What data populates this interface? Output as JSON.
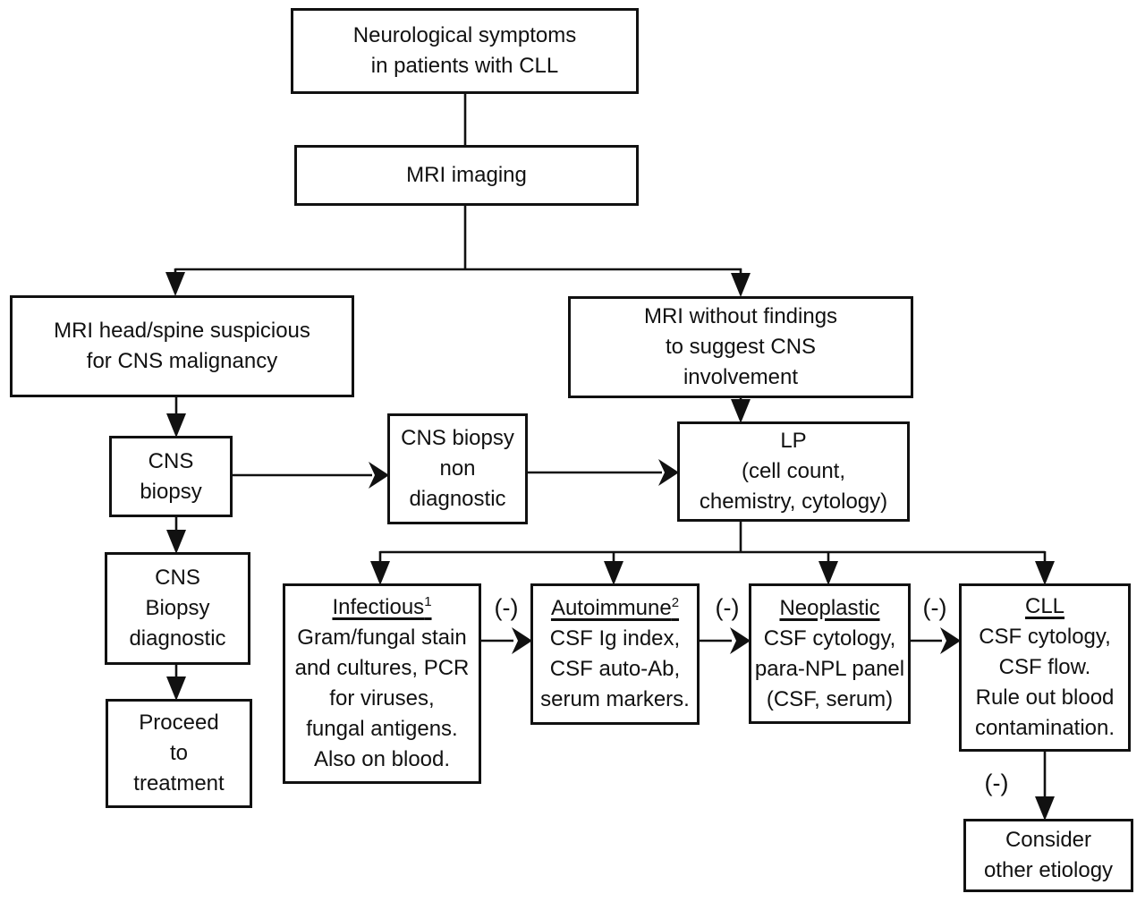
{
  "diagram": {
    "colors": {
      "ink": "#111111",
      "background": "#ffffff"
    },
    "nodes": {
      "neuro_symptoms": {
        "lines": [
          "Neurological symptoms",
          "in patients with CLL"
        ]
      },
      "mri_imaging": {
        "lines": [
          "MRI imaging"
        ]
      },
      "mri_suspicious": {
        "lines": [
          "MRI head/spine suspicious",
          "for CNS malignancy"
        ]
      },
      "mri_clear": {
        "lines": [
          "MRI without findings",
          "to suggest CNS",
          "involvement"
        ]
      },
      "cns_biopsy": {
        "lines": [
          "CNS",
          "biopsy"
        ]
      },
      "biopsy_nondiagnostic": {
        "lines": [
          "CNS biopsy",
          "non",
          "diagnostic"
        ]
      },
      "lp": {
        "lines": [
          "LP",
          "(cell count,",
          "chemistry, cytology)"
        ]
      },
      "biopsy_diagnostic": {
        "lines": [
          "CNS",
          "Biopsy",
          "diagnostic"
        ]
      },
      "proceed_treatment": {
        "lines": [
          "Proceed",
          "to",
          "treatment"
        ]
      },
      "infectious": {
        "title": "Infectious",
        "sup": "1",
        "lines": [
          "Gram/fungal stain",
          "and cultures, PCR",
          "for viruses,",
          "fungal antigens.",
          "Also on blood."
        ]
      },
      "autoimmune": {
        "title": "Autoimmune",
        "sup": "2",
        "lines": [
          "CSF Ig index,",
          "CSF auto-Ab,",
          "serum markers."
        ]
      },
      "neoplastic": {
        "title": "Neoplastic",
        "lines": [
          "CSF cytology,",
          "para-NPL panel",
          "(CSF, serum)"
        ]
      },
      "cll": {
        "title": "CLL",
        "lines": [
          "CSF cytology,",
          "CSF flow.",
          "Rule out blood",
          "contamination."
        ]
      },
      "other_etiology": {
        "lines": [
          "Consider",
          "other etiology"
        ]
      }
    },
    "edge_labels": {
      "neg_infectious": "(-)",
      "neg_autoimmune": "(-)",
      "neg_neoplastic": "(-)",
      "neg_cll": "(-)"
    }
  }
}
